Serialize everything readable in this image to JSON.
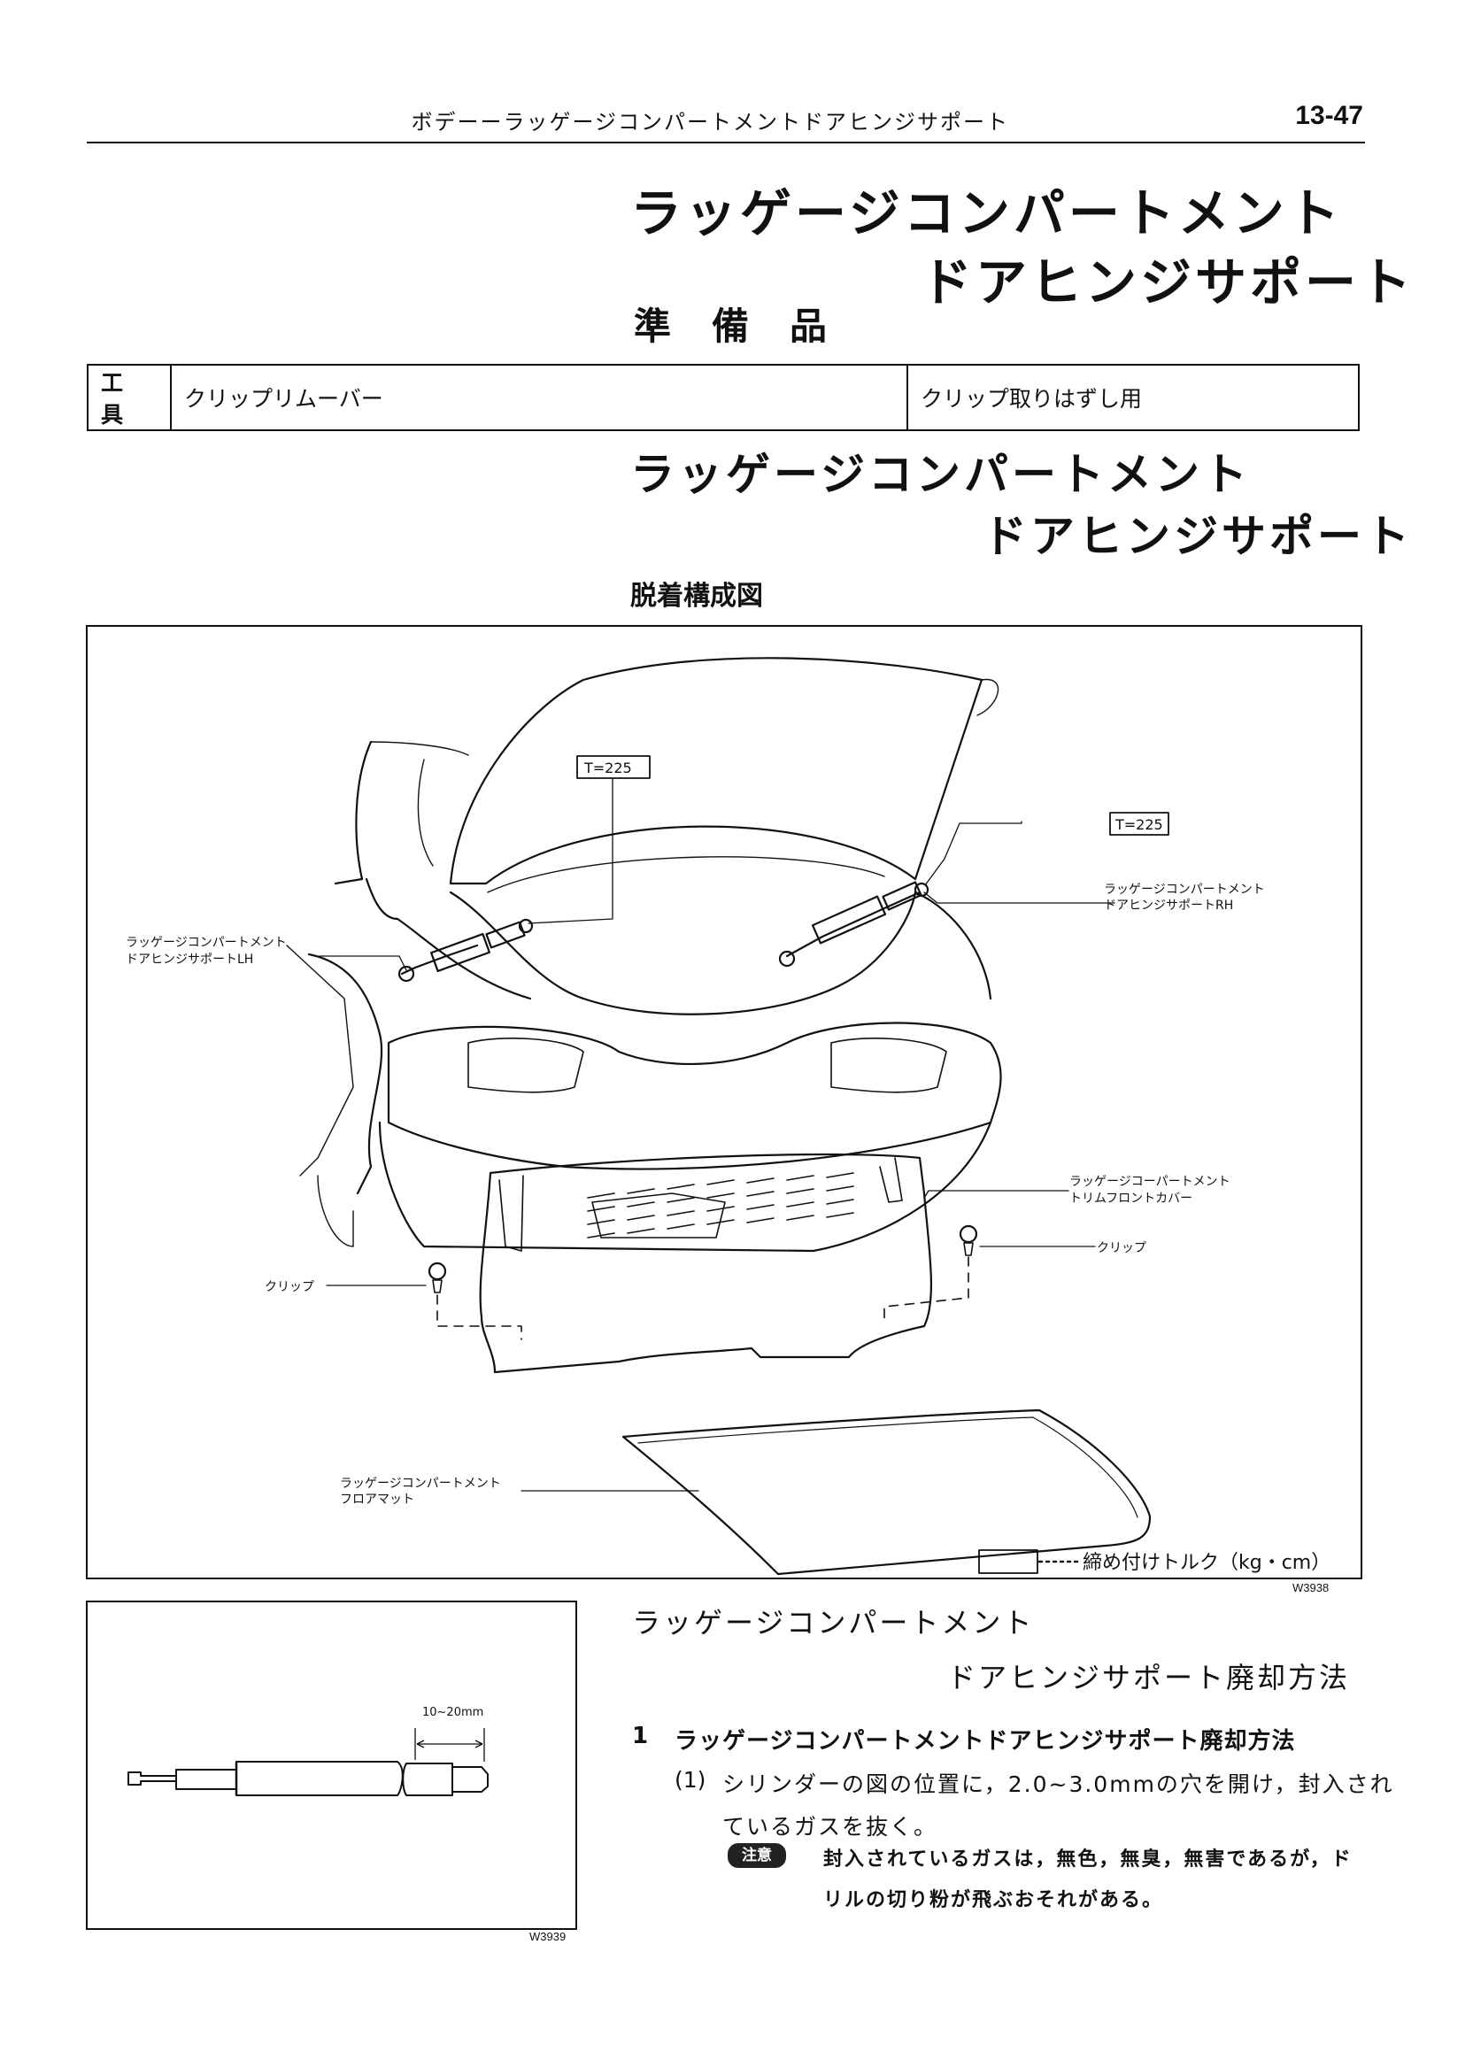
{
  "header": {
    "running_title": "ボデーーラッゲージコンパートメントドアヒンジサポート",
    "page_number": "13-47"
  },
  "title": {
    "line1": "ラッゲージコンパートメント",
    "line2": "ドアヒンジサポート"
  },
  "preparation": {
    "heading": "準備品",
    "row": {
      "category": "工具",
      "tool": "クリップリムーバー",
      "use": "クリップ取りはずし用"
    }
  },
  "section_title": {
    "line1": "ラッゲージコンパートメント",
    "line2": "ドアヒンジサポート"
  },
  "diagram": {
    "title": "脱着構成図",
    "torque_left": "T=225",
    "torque_right": "T=225",
    "label_lh_1": "ラッゲージコンパートメント",
    "label_lh_2": "ドアヒンジサポートLH",
    "label_rh_1": "ラッゲージコンパートメント",
    "label_rh_2": "ドアヒンジサポートRH",
    "label_cover_1": "ラッゲージコーパートメント",
    "label_cover_2": "トリムフロントカバー",
    "label_clip_left": "クリップ",
    "label_clip_right": "クリップ",
    "label_mat_1": "ラッゲージコンパートメント",
    "label_mat_2": "フロアマット",
    "legend_text": "締め付けトルク（kg・cm）",
    "figure_id": "W3938"
  },
  "disposal_figure": {
    "dimension": "10~20mm",
    "figure_id": "W3939"
  },
  "disposal": {
    "title_line1": "ラッゲージコンパートメント",
    "title_line2": "ドアヒンジサポート廃却方法",
    "step_number": "1",
    "step_text": "ラッゲージコンパートメントドアヒンジサポート廃却方法",
    "sub_number": "(1)",
    "sub_text_1": "シリンダーの図の位置に，2.0~3.0mmの穴を開け，封入され",
    "sub_text_2": "ているガスを抜く。",
    "caution_label": "注意",
    "note_1": "封入されているガスは，無色，無臭，無害であるが，ド",
    "note_2": "リルの切り粉が飛ぶおそれがある。"
  },
  "colors": {
    "ink": "#111111",
    "paper": "#ffffff"
  }
}
